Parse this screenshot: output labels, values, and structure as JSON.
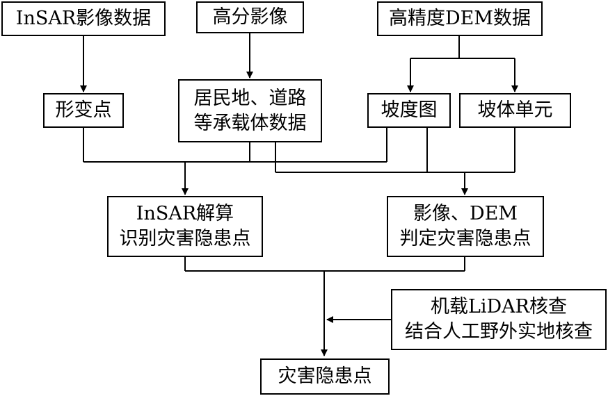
{
  "nodes": {
    "insar_data": "InSAR影像数据",
    "highres_image": "高分影像",
    "dem_data": "高精度DEM数据",
    "deform_points": "形变点",
    "residential_line1": "居民地、道路",
    "residential_line2": "等承载体数据",
    "slope_map": "坡度图",
    "slope_unit": "坡体单元",
    "insar_solve_line1": "InSAR解算",
    "insar_solve_line2": "识别灾害隐患点",
    "image_dem_line1": "影像、DEM",
    "image_dem_line2": "判定灾害隐患点",
    "lidar_check_line1": "机载LiDAR核查",
    "lidar_check_line2": "结合人工野外实地核查",
    "hazard_points": "灾害隐患点"
  }
}
